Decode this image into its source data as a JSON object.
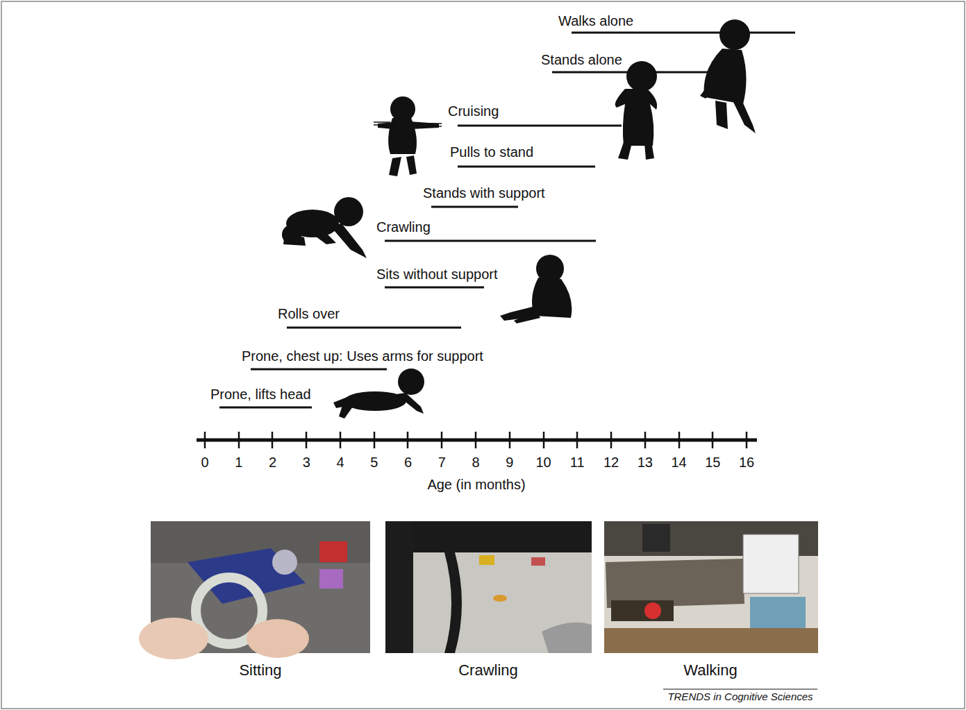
{
  "diagram": {
    "labels": [
      "Walks alone",
      "Stands alone",
      "Cruising",
      "Pulls to stand",
      "Stands with support",
      "Crawling",
      "Sits without support",
      "Rolls over",
      "Prone, chest up: Uses arms for support",
      "Prone, lifts head",
      "0",
      "1",
      "2",
      "3",
      "4",
      "5",
      "6",
      "7",
      "8",
      "9",
      "10",
      "11",
      "12",
      "13",
      "14",
      "15",
      "16",
      "Age (in months)",
      "Sitting",
      "Crawling",
      "Walking",
      "TRENDS in Cognitive Sciences"
    ]
  }
}
